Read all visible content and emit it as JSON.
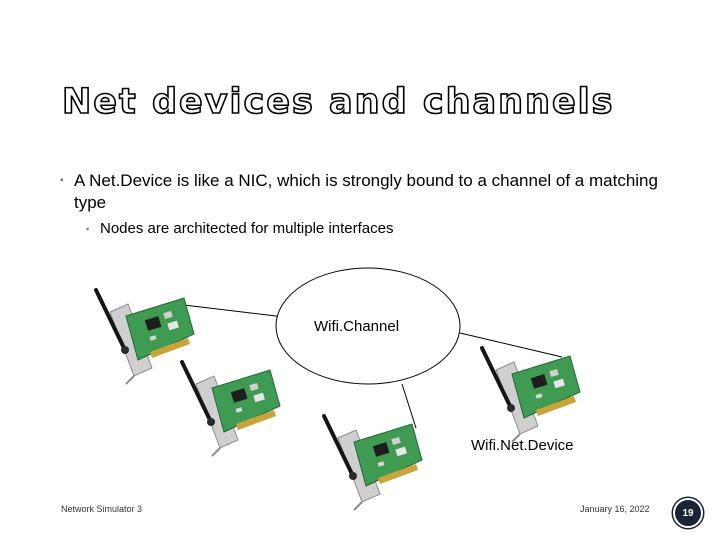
{
  "slide": {
    "title": "Net devices and channels",
    "bullets": [
      {
        "text": "A Net.Device is like a NIC, which is strongly bound to a channel of a matching type",
        "sub": [
          {
            "text": "Nodes are architected for multiple interfaces"
          }
        ]
      }
    ]
  },
  "diagram": {
    "channel_label": "Wifi.Channel",
    "device_label": "Wifi.Net.Device",
    "card_count": 4
  },
  "footer": {
    "left": "Network Simulator 3",
    "date": "January 16, 2022",
    "page_number": "19"
  },
  "colors": {
    "pcb_green": "#3f9a52",
    "bracket_gray": "#c9c9c9",
    "badge_dark": "#1a2533"
  },
  "icons": {
    "card": "wifi-card-icon",
    "bullet": "square-bullet"
  }
}
